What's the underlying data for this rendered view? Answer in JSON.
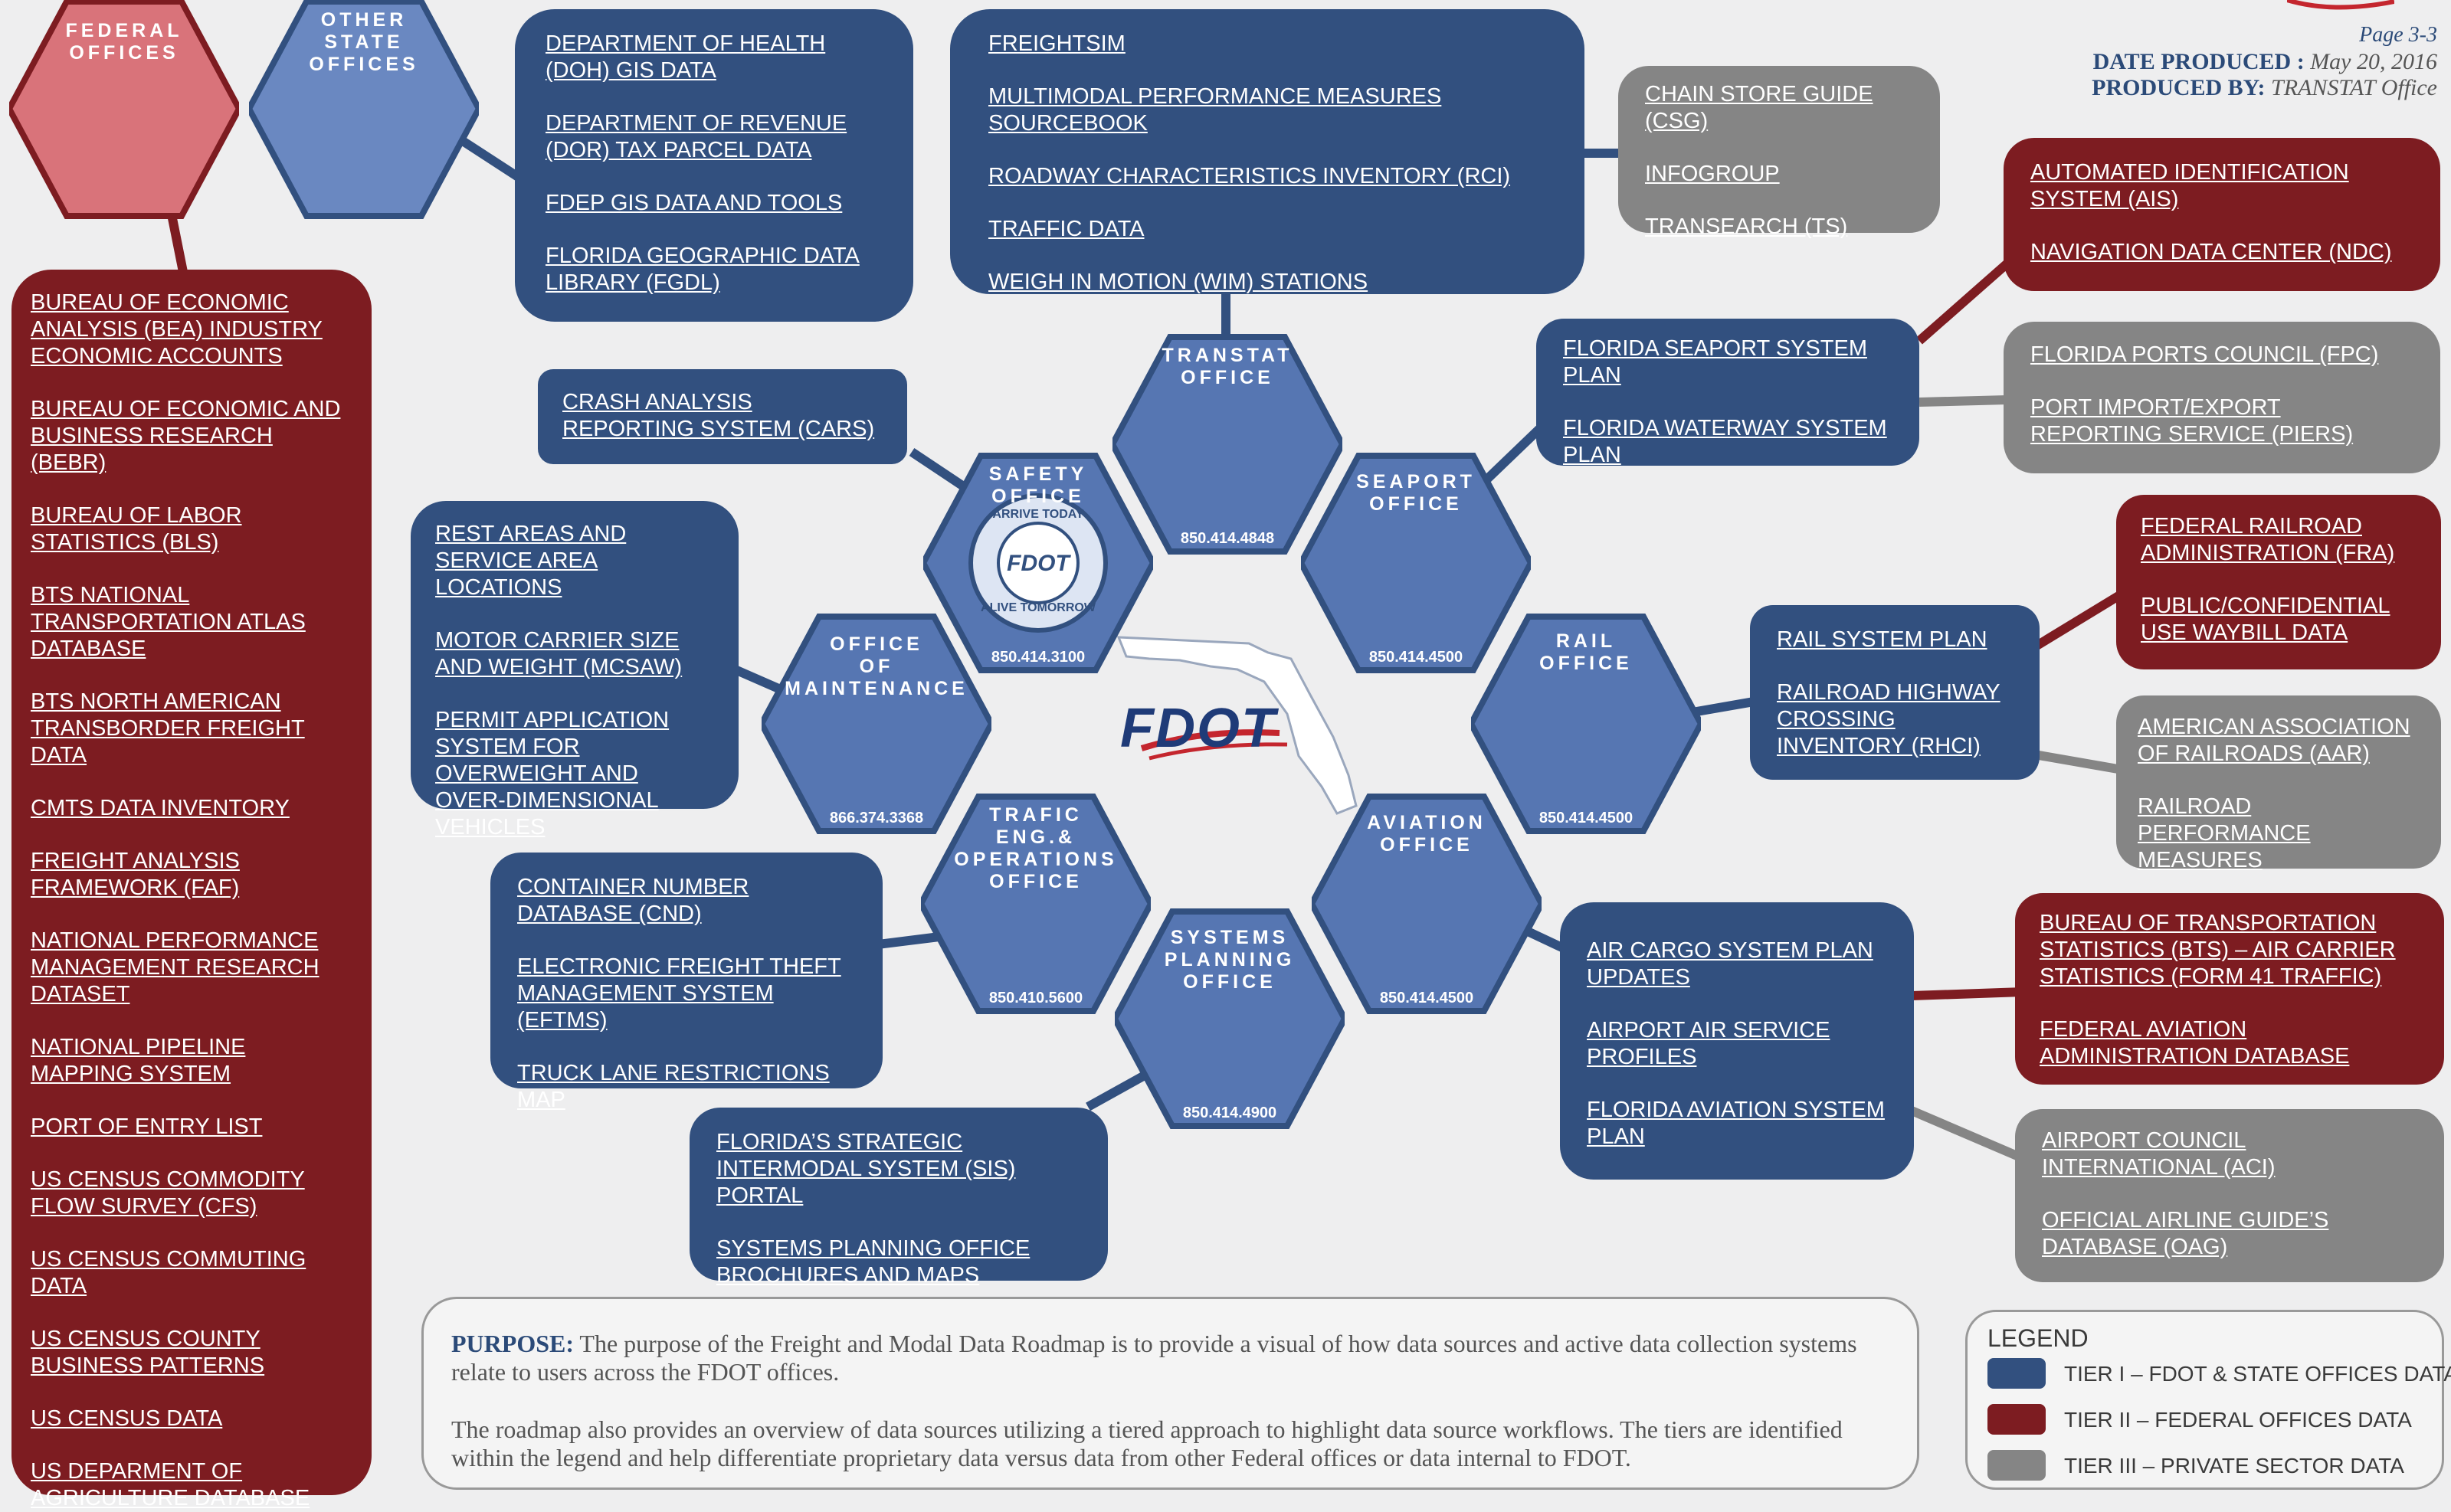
{
  "header": {
    "page": "Page 3-3",
    "date_label": "DATE PRODUCED :",
    "date_value": "May 20, 2016",
    "produced_label": "PRODUCED BY:",
    "produced_value": "TRANSTAT Office"
  },
  "center_logo": "FDOT",
  "offices": [
    {
      "id": "federal",
      "label": "FEDERAL\nOFFICES",
      "phone": ""
    },
    {
      "id": "other-state",
      "label": "OTHER\nSTATE\nOFFICES",
      "phone": ""
    },
    {
      "id": "transtat",
      "label": "TRANSTAT\nOFFICE",
      "phone": "850.414.4848"
    },
    {
      "id": "safety",
      "label": "SAFETY\nOFFICE",
      "phone": "850.414.3100"
    },
    {
      "id": "seaport",
      "label": "SEAPORT\nOFFICE",
      "phone": "850.414.4500"
    },
    {
      "id": "maintenance",
      "label": "OFFICE\nOF\nMAINTENANCE",
      "phone": "866.374.3368"
    },
    {
      "id": "rail",
      "label": "RAIL\nOFFICE",
      "phone": "850.414.4500"
    },
    {
      "id": "traffic",
      "label": "TRAFIC\nENG.&\nOPERATIONS\nOFFICE",
      "phone": "850.410.5600"
    },
    {
      "id": "aviation",
      "label": "AVIATION\nOFFICE",
      "phone": "850.414.4500"
    },
    {
      "id": "systems",
      "label": "SYSTEMS\nPLANNING\nOFFICE",
      "phone": "850.414.4900"
    }
  ],
  "safety_emblem": {
    "logo": "FDOT",
    "ring_top": "ARRIVE TODAY",
    "ring_bottom": "ALIVE TOMORROW"
  },
  "boxes": {
    "state_data": [
      "DEPARTMENT OF HEALTH (DOH) GIS DATA",
      "DEPARTMENT OF REVENUE (DOR) TAX PARCEL DATA",
      "FDEP GIS DATA AND TOOLS",
      "FLORIDA GEOGRAPHIC DATA LIBRARY (FGDL)"
    ],
    "transtat_data": [
      "FREIGHTSIM",
      "MULTIMODAL PERFORMANCE MEASURES SOURCEBOOK",
      "ROADWAY CHARACTERISTICS INVENTORY (RCI)",
      "TRAFFIC DATA",
      "WEIGH IN MOTION (WIM) STATIONS"
    ],
    "transtat_private": [
      "CHAIN STORE GUIDE (CSG)",
      "INFOGROUP",
      "TRANSEARCH (TS)"
    ],
    "seaport_federal": [
      "AUTOMATED IDENTIFICATION SYSTEM (AIS)",
      "NAVIGATION DATA CENTER (NDC)"
    ],
    "seaport_data": [
      "FLORIDA SEAPORT SYSTEM PLAN",
      "FLORIDA WATERWAY SYSTEM PLAN"
    ],
    "seaport_private": [
      "FLORIDA PORTS COUNCIL (FPC)",
      "PORT IMPORT/EXPORT REPORTING SERVICE (PIERS)"
    ],
    "safety_data": [
      "CRASH ANALYSIS REPORTING SYSTEM (CARS)"
    ],
    "maintenance_data": [
      "REST AREAS AND SERVICE AREA LOCATIONS",
      "MOTOR CARRIER SIZE AND WEIGHT (MCSAW)",
      "PERMIT APPLICATION SYSTEM FOR OVERWEIGHT AND OVER-DIMENSIONAL VEHICLES"
    ],
    "rail_federal": [
      "FEDERAL RAILROAD ADMINISTRATION (FRA)",
      "PUBLIC/CONFIDENTIAL USE WAYBILL DATA"
    ],
    "rail_data": [
      "RAIL SYSTEM PLAN",
      "RAILROAD HIGHWAY CROSSING INVENTORY (RHCI)"
    ],
    "rail_private": [
      "AMERICAN ASSOCIATION OF RAILROADS (AAR)",
      "RAILROAD PERFORMANCE MEASURES"
    ],
    "traffic_data": [
      "CONTAINER NUMBER DATABASE (CND)",
      "ELECTRONIC FREIGHT THEFT MANAGEMENT SYSTEM (EFTMS)",
      "TRUCK LANE RESTRICTIONS MAP"
    ],
    "systems_data": [
      "FLORIDA’S STRATEGIC INTERMODAL SYSTEM (SIS)  PORTAL",
      "SYSTEMS PLANNING OFFICE BROCHURES AND MAPS"
    ],
    "aviation_data": [
      "AIR CARGO SYSTEM PLAN UPDATES",
      "AIRPORT AIR SERVICE PROFILES",
      "FLORIDA AVIATION SYSTEM PLAN"
    ],
    "aviation_federal": [
      "BUREAU OF TRANSPORTATION STATISTICS (BTS) – AIR CARRIER STATISTICS (FORM 41 TRAFFIC)",
      "FEDERAL AVIATION ADMINISTRATION DATABASE"
    ],
    "aviation_private": [
      "AIRPORT COUNCIL INTERNATIONAL (ACI)",
      "OFFICIAL AIRLINE GUIDE’S DATABASE (OAG)"
    ],
    "federal_data": [
      "BUREAU OF ECONOMIC ANALYSIS (BEA) INDUSTRY ECONOMIC ACCOUNTS",
      "BUREAU OF ECONOMIC AND BUSINESS RESEARCH (BEBR)",
      "BUREAU OF LABOR STATISTICS (BLS)",
      "BTS NATIONAL TRANSPORTATION ATLAS DATABASE",
      "BTS NORTH AMERICAN TRANSBORDER FREIGHT DATA",
      "CMTS DATA INVENTORY",
      "FREIGHT ANALYSIS FRAMEWORK (FAF)",
      "NATIONAL PERFORMANCE MANAGEMENT RESEARCH DATASET",
      "NATIONAL PIPELINE MAPPING SYSTEM",
      "PORT OF ENTRY LIST",
      "US CENSUS COMMODITY FLOW SURVEY (CFS)",
      "US CENSUS COMMUTING DATA",
      "US CENSUS COUNTY BUSINESS PATTERNS",
      "US CENSUS DATA",
      "US DEPARMENT OF AGRICULTURE DATABASE"
    ]
  },
  "purpose": {
    "label": "PURPOSE:",
    "text1": "The purpose of the Freight and Modal Data Roadmap is to provide a visual of how data sources and active data collection systems relate to users across the FDOT offices.",
    "text2": "The roadmap also provides an overview of data sources utilizing a tiered approach to highlight data source workflows. The tiers are identified within the legend and help differentiate proprietary data versus data from other Federal offices or data internal to FDOT."
  },
  "legend": {
    "title": "LEGEND",
    "items": [
      {
        "label": "TIER I – FDOT & STATE OFFICES DATA",
        "color": "#32507f"
      },
      {
        "label": "TIER II – FEDERAL OFFICES DATA",
        "color": "#7d1c21"
      },
      {
        "label": "TIER III – PRIVATE SECTOR DATA",
        "color": "#858585"
      }
    ]
  },
  "colors": {
    "tier1": "#32507f",
    "tier2": "#7d1c21",
    "tier3": "#858585",
    "federal_hex": "#d9737a"
  }
}
